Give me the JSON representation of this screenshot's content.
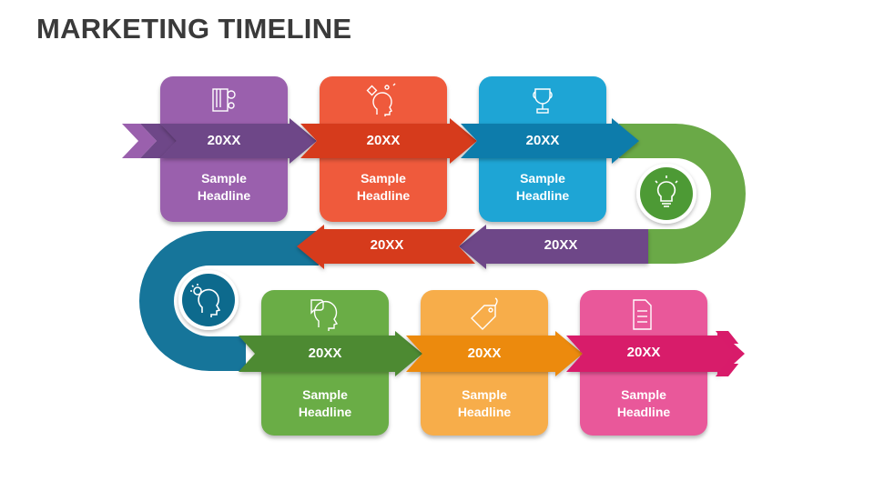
{
  "title": "MARKETING TIMELINE",
  "colors": {
    "purple": "#9a60ad",
    "purple_dark": "#6e4788",
    "red": "#ef5a3c",
    "red_dark": "#d63a1c",
    "blue": "#1ea5d5",
    "blue_dark": "#0e7bab",
    "green_ribbon": "#6aa947",
    "teal_ribbon": "#16759a",
    "green": "#6aad46",
    "green_dark": "#4e8a33",
    "orange": "#f7ad4a",
    "orange_dark": "#ec8a10",
    "pink": "#e9589a",
    "pink_dark": "#d81b6a"
  },
  "steps": [
    {
      "year": "20XX",
      "headline_1": "Sample",
      "headline_2": "Headline",
      "icon": "design-tools-icon"
    },
    {
      "year": "20XX",
      "headline_1": "Sample",
      "headline_2": "Headline",
      "icon": "creative-head-icon"
    },
    {
      "year": "20XX",
      "headline_1": "Sample",
      "headline_2": "Headline",
      "icon": "trophy-icon"
    },
    {
      "year": "20XX",
      "headline_1": "Sample",
      "headline_2": "Headline",
      "icon": "thinking-head-icon"
    },
    {
      "year": "20XX",
      "headline_1": "Sample",
      "headline_2": "Headline",
      "icon": "price-tag-icon"
    },
    {
      "year": "20XX",
      "headline_1": "Sample",
      "headline_2": "Headline",
      "icon": "checklist-document-icon"
    }
  ],
  "middle_row": [
    {
      "year": "20XX"
    },
    {
      "year": "20XX"
    }
  ],
  "turn_icons": [
    "lightbulb-icon",
    "idea-head-icon"
  ]
}
